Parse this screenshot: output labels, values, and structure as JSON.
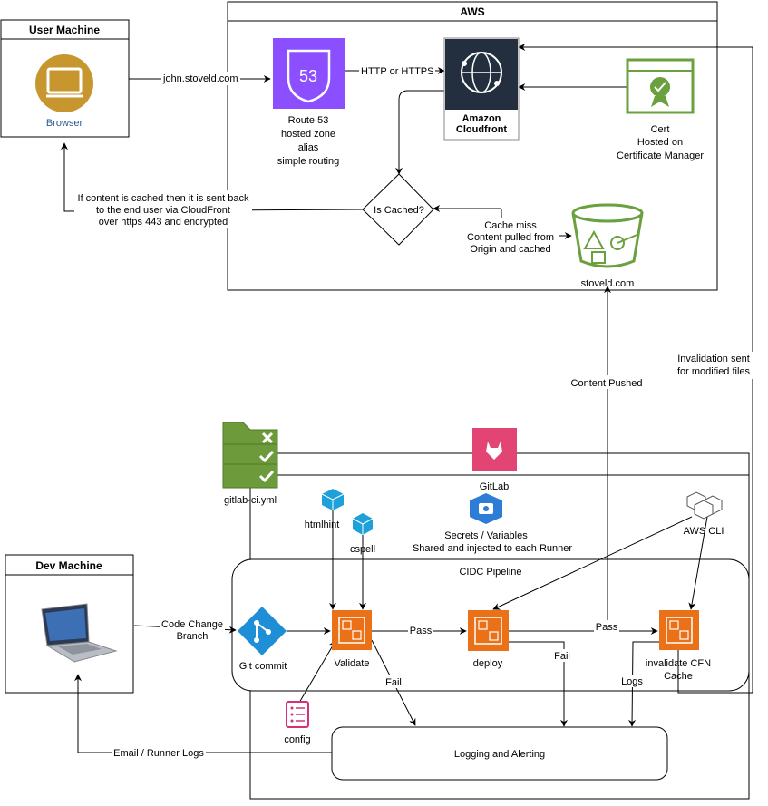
{
  "groups": {
    "user_machine": "User Machine",
    "aws": "AWS",
    "dev_machine": "Dev Machine",
    "gitlab": "GitLab",
    "pipeline": "CIDC Pipeline"
  },
  "nodes": {
    "browser": "Browser",
    "route53_badge": "53",
    "route53": [
      "Route 53",
      "hosted zone",
      "alias",
      "simple routing"
    ],
    "cloudfront": [
      "Amazon",
      "Cloudfront"
    ],
    "cert": [
      "Cert",
      "Hosted on",
      "Certificate Manager"
    ],
    "decision": "Is Cached?",
    "bucket": "stoveld.com",
    "gitlab_ci": "gitlab-ci.yml",
    "htmlhint": "htmlhint",
    "cspell": "cspell",
    "secrets": [
      "Secrets / Variables",
      "Shared and injected to each Runner"
    ],
    "aws_cli": "AWS CLI",
    "git_commit": "Git commit",
    "validate": "Validate",
    "deploy": "deploy",
    "invalidate": [
      "invalidate CFN",
      "Cache"
    ],
    "config": "config",
    "logging": "Logging and Alerting"
  },
  "edges": {
    "domain": "john.stoveld.com",
    "http": "HTTP or HTTPS",
    "cached_back": [
      "If content is cached then it is sent back",
      "to the end user via CloudFront",
      "over https 443 and encrypted"
    ],
    "cache_miss": [
      "Cache miss",
      "Content pulled from",
      "Origin and cached"
    ],
    "invalidation": [
      "Invalidation sent",
      "for modified files"
    ],
    "content_pushed": "Content Pushed",
    "code_change": [
      "Code Change",
      "Branch"
    ],
    "pass1": "Pass",
    "pass2": "Pass",
    "fail1": "Fail",
    "fail2": "Fail",
    "logs": "Logs",
    "email": "Email / Runner Logs"
  }
}
